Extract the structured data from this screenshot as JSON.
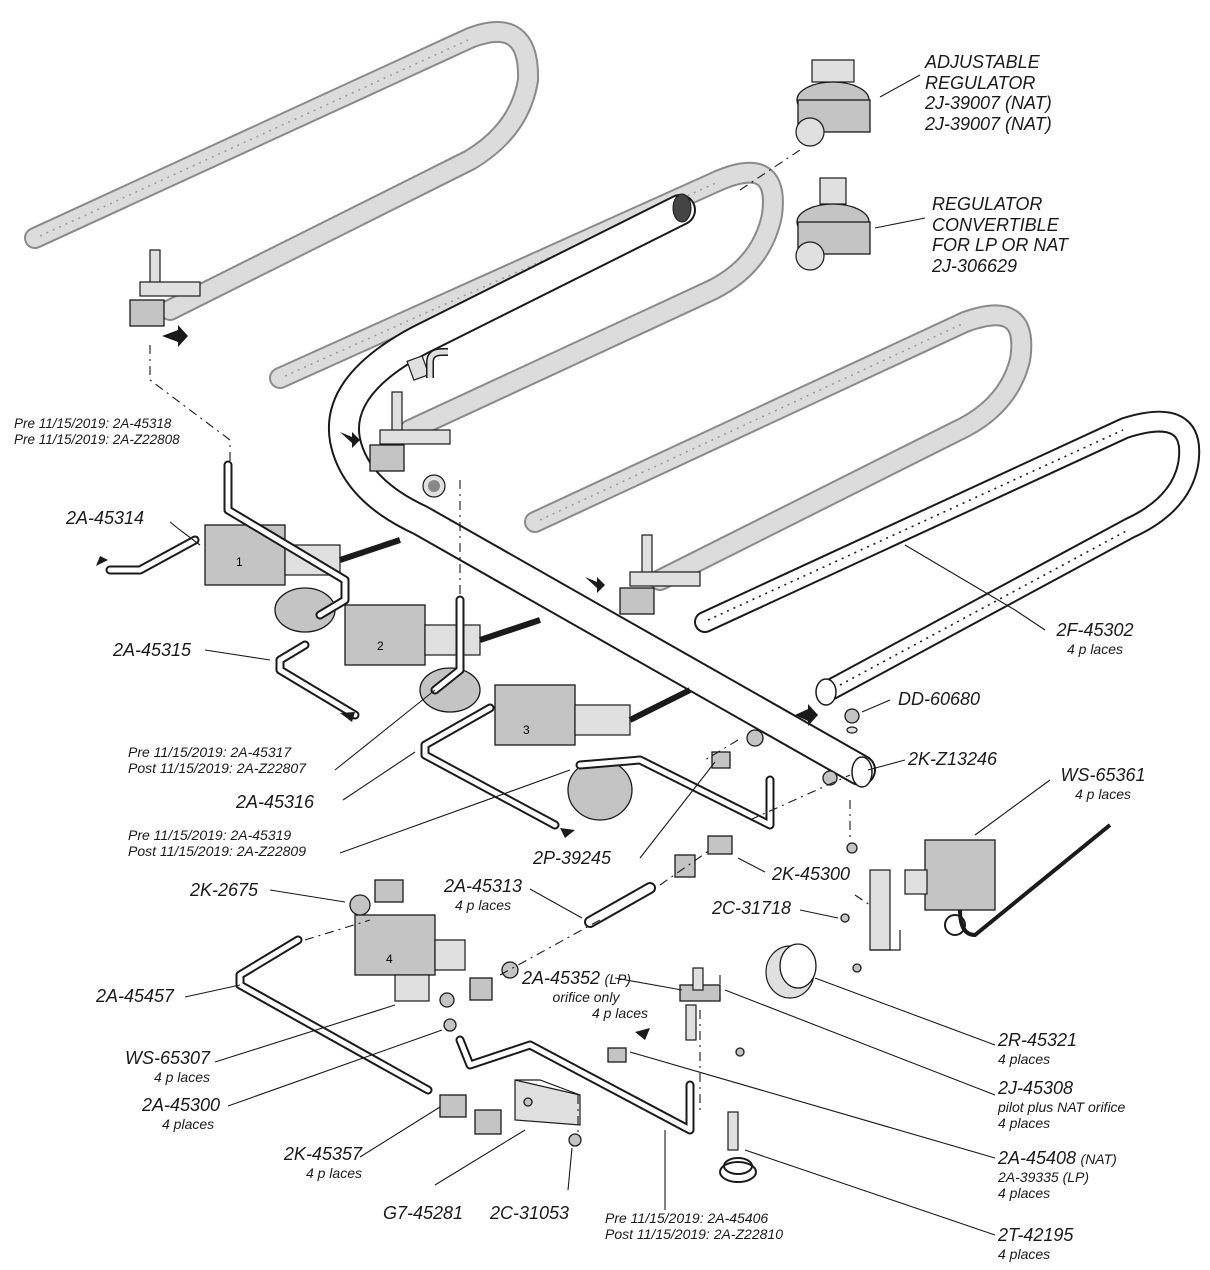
{
  "callouts": {
    "reg_adj": {
      "lines": [
        "ADJUSTABLE",
        "REGULATOR",
        "2J-39007 (NAT)",
        "2J-39007 (NAT)"
      ]
    },
    "reg_conv": {
      "lines": [
        "REGULATOR",
        "CONVERTIBLE",
        "FOR LP OR NAT",
        "2J-306629"
      ]
    },
    "v1_pre": {
      "lines": [
        "Pre 11/15/2019: 2A-45318",
        "Pre 11/15/2019: 2A-Z22808"
      ]
    },
    "p45314": {
      "lines": [
        "2A-45314"
      ]
    },
    "p45315": {
      "lines": [
        "2A-45315"
      ]
    },
    "v2_pre": {
      "lines": [
        "Pre 11/15/2019: 2A-45317",
        "Post 11/15/2019: 2A-Z22807"
      ]
    },
    "p45316": {
      "lines": [
        "2A-45316"
      ]
    },
    "v3_pre": {
      "lines": [
        "Pre 11/15/2019: 2A-45319",
        "Post 11/15/2019: 2A-Z22809"
      ]
    },
    "p39245": {
      "lines": [
        "2P-39245"
      ]
    },
    "p2675": {
      "lines": [
        "2K-2675"
      ]
    },
    "p45313": {
      "main": "2A-45313",
      "sub": "4 p laces"
    },
    "p45300k": {
      "lines": [
        "2K-45300"
      ]
    },
    "p31718": {
      "lines": [
        "2C-31718"
      ]
    },
    "p45302": {
      "main": "2F-45302",
      "sub": "4 p laces"
    },
    "pdd": {
      "lines": [
        "DD-60680"
      ]
    },
    "pz13246": {
      "lines": [
        "2K-Z13246"
      ]
    },
    "p65361": {
      "main": "WS-65361",
      "sub": "4 p laces"
    },
    "p45352": {
      "main": "2A-45352",
      "tag": "(LP)",
      "sub1": "orifice only",
      "sub2": "4 p laces"
    },
    "p45457": {
      "lines": [
        "2A-45457"
      ]
    },
    "p65307": {
      "main": "WS-65307",
      "sub": "4 p laces"
    },
    "p45300a": {
      "main": "2A-45300",
      "sub": "4 places"
    },
    "p45357": {
      "main": "2K-45357",
      "sub": "4 p laces"
    },
    "pg7": {
      "lines": [
        "G7-45281"
      ]
    },
    "p31053": {
      "lines": [
        "2C-31053"
      ]
    },
    "p45406": {
      "lines": [
        "Pre 11/15/2019: 2A-45406",
        "Post 11/15/2019: 2A-Z22810"
      ]
    },
    "p45321": {
      "main": "2R-45321",
      "sub": "4 places"
    },
    "p45308": {
      "main": "2J-45308",
      "sub1": "pilot plus NAT orifice",
      "sub2": "4 places"
    },
    "p45408": {
      "main": "2A-45408",
      "tag": "(NAT)",
      "sub1": "2A-39335 (LP)",
      "sub2": "4 places"
    },
    "p42195": {
      "main": "2T-42195",
      "sub": "4 places"
    }
  },
  "valve_numbers": [
    "1",
    "2",
    "3",
    "4"
  ],
  "colors": {
    "line": "#1a1a1a",
    "tube_fill": "#d9d9d9",
    "tube_edge": "#8a8a8a",
    "part_fill": "#bdbdbd",
    "dark": "#444444"
  }
}
